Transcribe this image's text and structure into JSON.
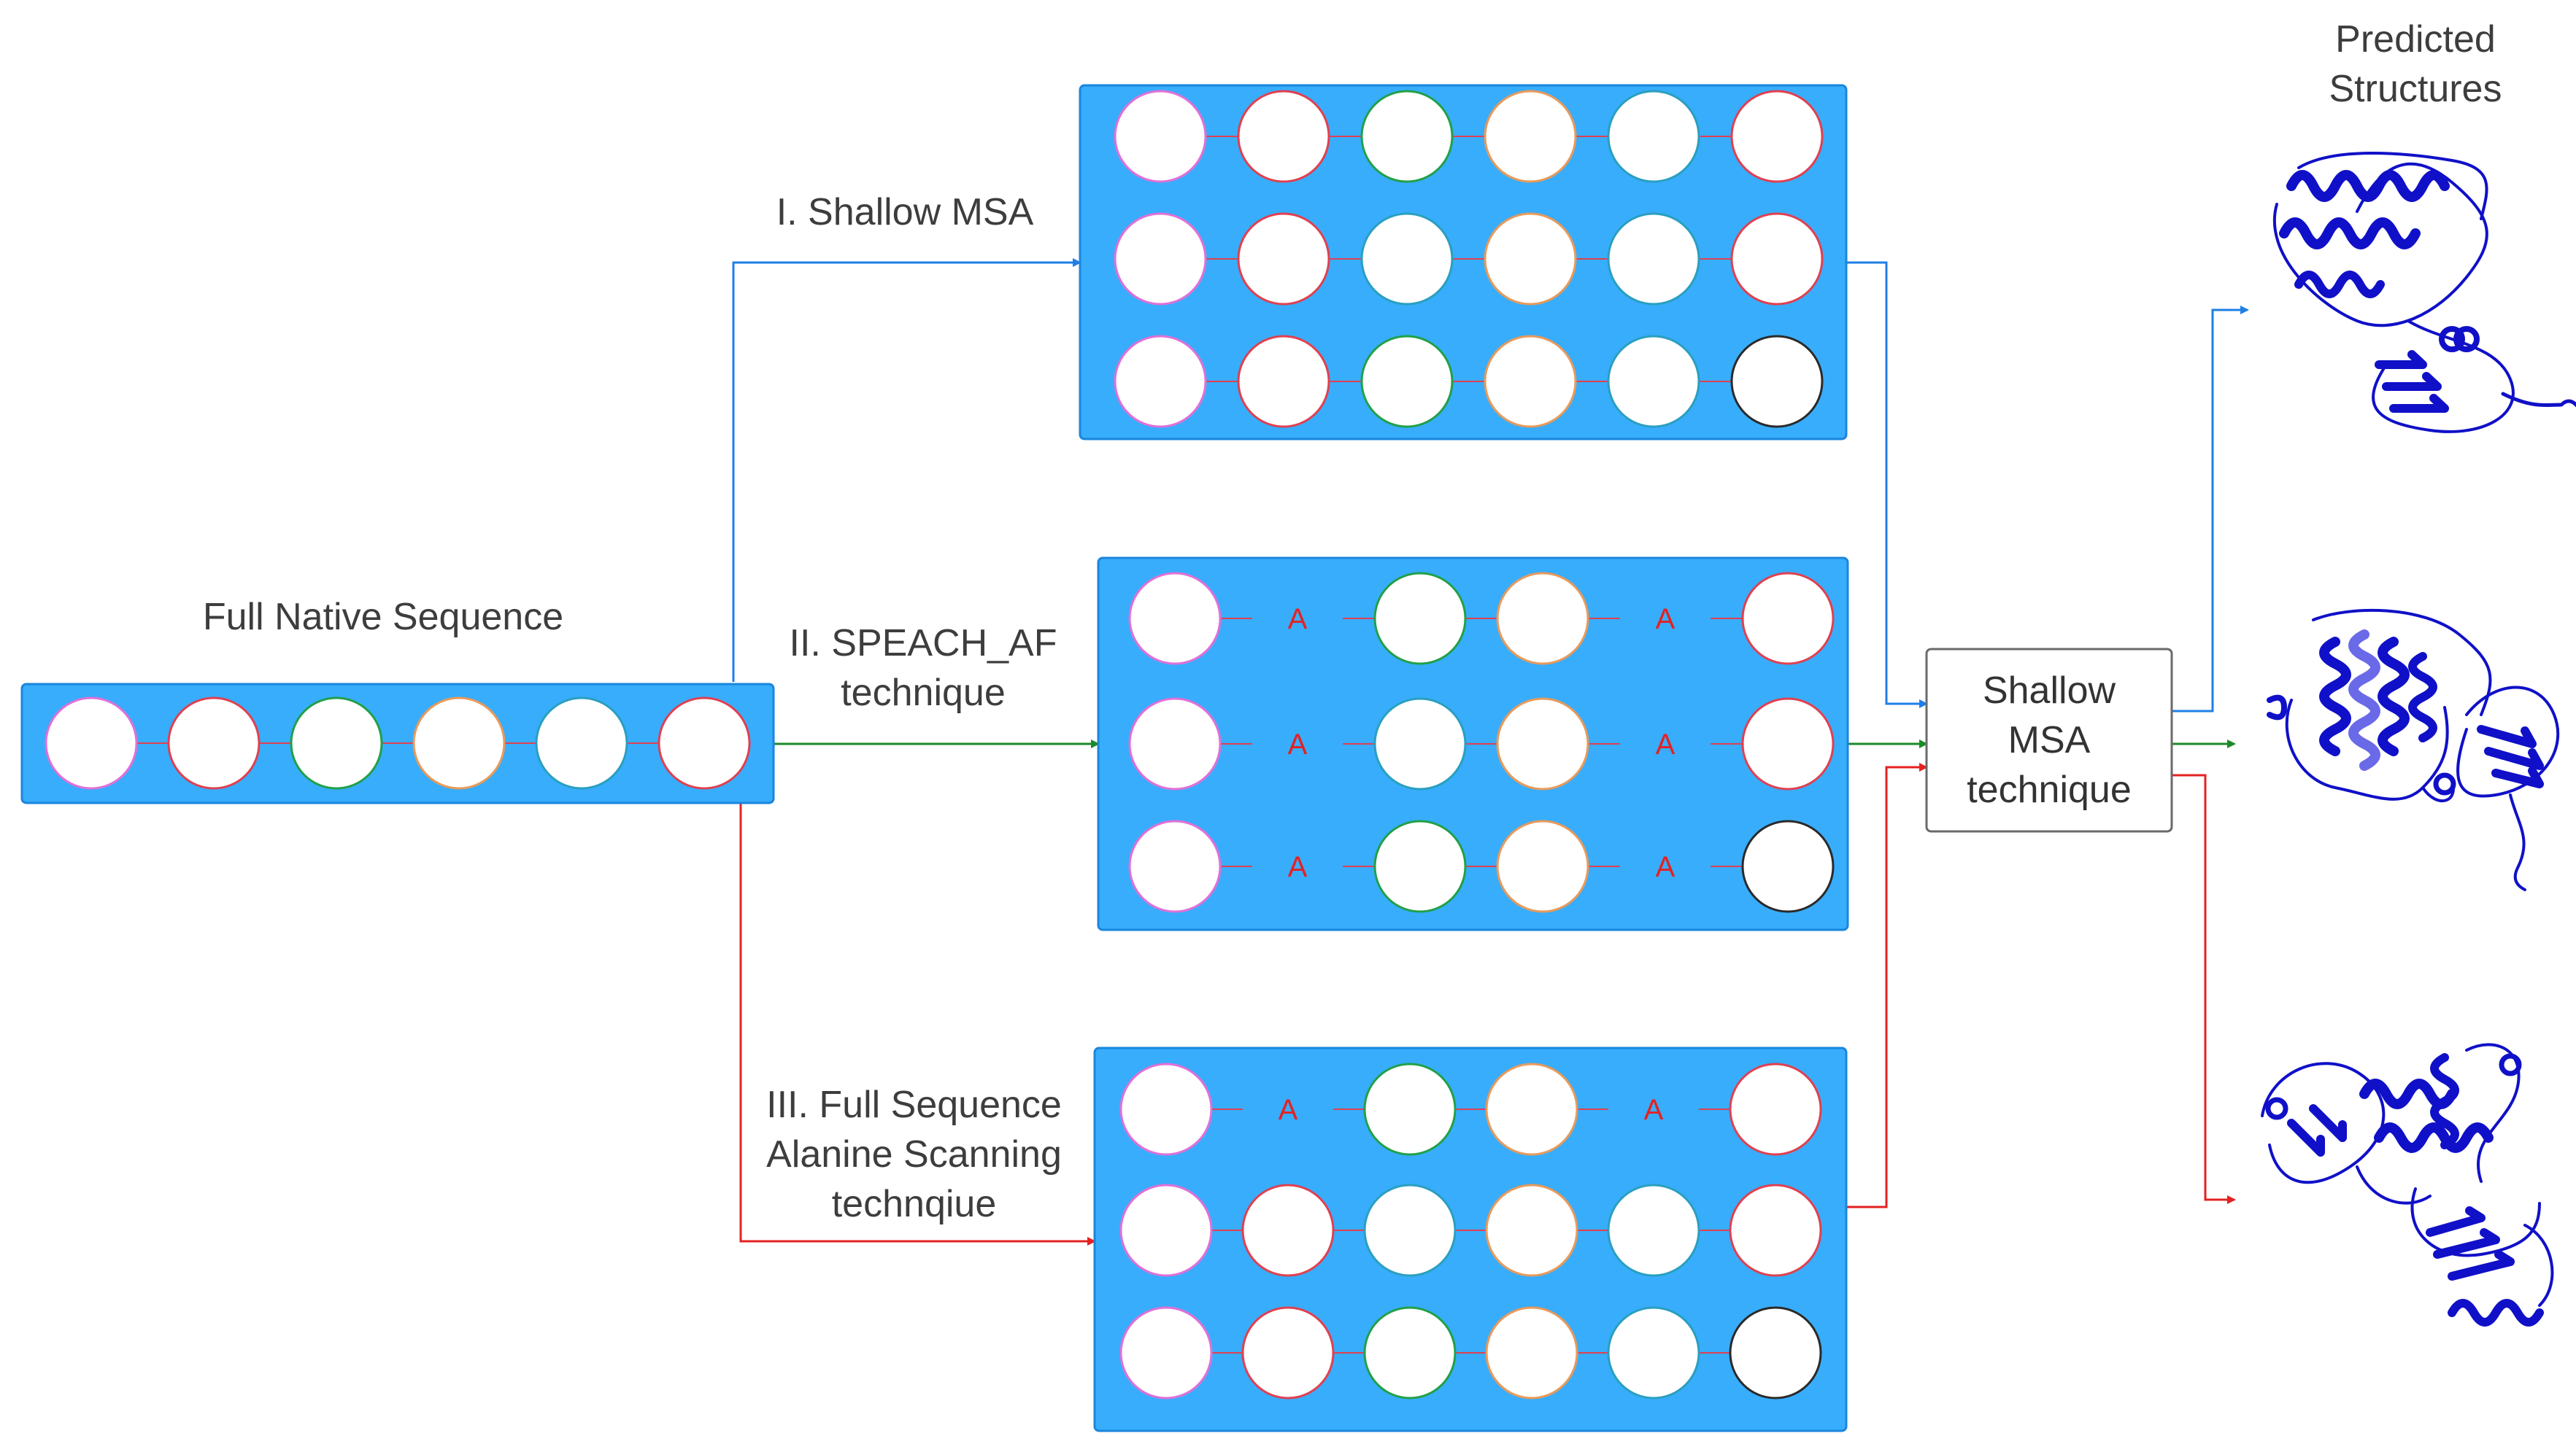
{
  "labels": {
    "input": "Full Native Sequence",
    "branch1": "I. Shallow MSA",
    "branch2_line1": "II. SPEACH_AF",
    "branch2_line2": "technique",
    "branch3_line1": "III. Full Sequence",
    "branch3_line2": "Alanine Scanning",
    "branch3_line3": "technqiue",
    "technique_line1": "Shallow",
    "technique_line2": "MSA",
    "technique_line3": "technique",
    "output_line1": "Predicted",
    "output_line2": "Structures"
  },
  "alanine_mark": "A",
  "branches": [
    {
      "name": "shallow-msa",
      "color": "#1f7fe6"
    },
    {
      "name": "speach-af",
      "color": "#1c8a2a"
    },
    {
      "name": "alanine-scanning",
      "color": "#e32222"
    }
  ],
  "colors": {
    "panel": "#38adfb",
    "panel_border": "#1a86dd",
    "residue_pink": "#e070d8",
    "residue_red": "#e04050",
    "residue_green": "#21a048",
    "residue_orange": "#e89a5a",
    "residue_teal": "#2a9fbf",
    "residue_dark": "#2a2a2a",
    "structure": "#1010c8",
    "structure_light": "#6a6ae8"
  },
  "input_sequence": [
    "pink",
    "red",
    "green",
    "orange",
    "teal",
    "red"
  ],
  "msa_panels": [
    {
      "name": "shallow-msa-panel",
      "rows": [
        [
          "pink",
          "red",
          "green",
          "orange",
          "teal",
          "red"
        ],
        [
          "pink",
          "red",
          "teal",
          "orange",
          "teal",
          "red"
        ],
        [
          "pink",
          "red",
          "green",
          "orange",
          "teal",
          "dark"
        ]
      ]
    },
    {
      "name": "speach-af-panel",
      "rows": [
        [
          "pink",
          "A",
          "green",
          "orange",
          "A",
          "red"
        ],
        [
          "pink",
          "A",
          "teal",
          "orange",
          "A",
          "red"
        ],
        [
          "pink",
          "A",
          "green",
          "orange",
          "A",
          "dark"
        ]
      ]
    },
    {
      "name": "alanine-scanning-panel",
      "rows": [
        [
          "pink",
          "A",
          "green",
          "orange",
          "A",
          "red"
        ],
        [
          "pink",
          "red",
          "teal",
          "orange",
          "teal",
          "red"
        ],
        [
          "pink",
          "red",
          "green",
          "orange",
          "teal",
          "dark"
        ]
      ]
    }
  ],
  "structures": [
    "predicted-structure-1",
    "predicted-structure-2",
    "predicted-structure-3"
  ]
}
